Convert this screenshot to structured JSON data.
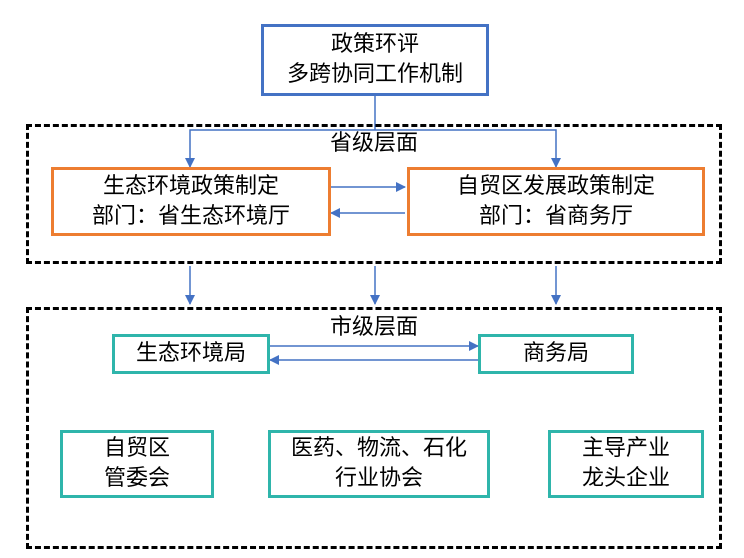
{
  "colors": {
    "top_border": "#4472C4",
    "province_border": "#ED7D31",
    "city_border": "#2FB5AB",
    "arrow": "#4472C4",
    "region_border": "#000000"
  },
  "top": {
    "line1": "政策环评",
    "line2": "多跨协同工作机制"
  },
  "province": {
    "label": "省级层面",
    "eco": {
      "line1": "生态环境政策制定",
      "line2": "部门：省生态环境厅"
    },
    "ftz": {
      "line1": "自贸区发展政策制定",
      "line2": "部门：省商务厅"
    }
  },
  "city": {
    "label": "市级层面",
    "eco_bureau": "生态环境局",
    "commerce_bureau": "商务局",
    "ftz_committee": {
      "line1": "自贸区",
      "line2": "管委会"
    },
    "associations": {
      "line1": "医药、物流、石化",
      "line2": "行业协会"
    },
    "leading_enterprises": {
      "line1": "主导产业",
      "line2": "龙头企业"
    }
  }
}
